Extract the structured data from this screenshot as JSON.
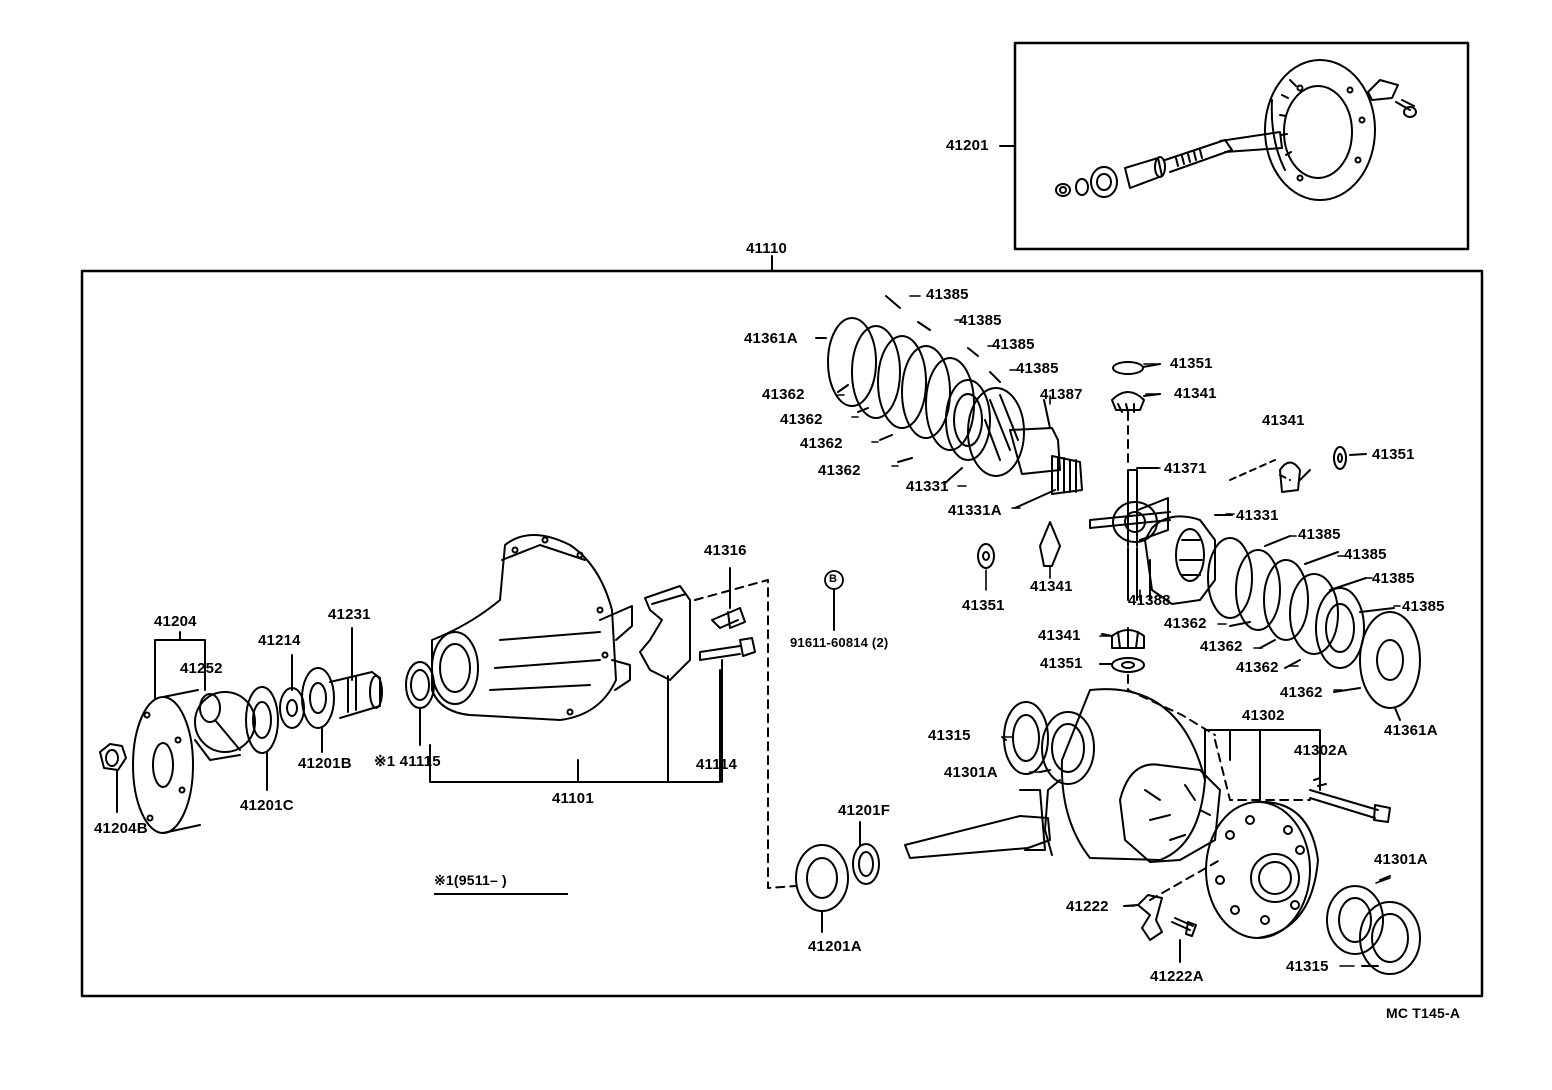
{
  "diagram": {
    "code": "MC  T145-A",
    "note_period": "※1(9511–        )",
    "bolt_symbol": "B",
    "labels": {
      "p41201": "41201",
      "p41110": "41110",
      "p41385_a": "41385",
      "p41385_b": "41385",
      "p41385_c": "41385",
      "p41385_d": "41385",
      "p41361A_a": "41361A",
      "p41362_a": "41362",
      "p41362_b": "41362",
      "p41362_c": "41362",
      "p41362_d": "41362",
      "p41387": "41387",
      "p41331_a": "41331",
      "p41331A": "41331A",
      "p41351_a": "41351",
      "p41341_a": "41341",
      "p41341_b": "41341",
      "p41351_b": "41351",
      "p41371": "41371",
      "p41331_b": "41331",
      "p41385_e": "41385",
      "p41385_f": "41385",
      "p41385_g": "41385",
      "p41385_h": "41385",
      "p41351_c": "41351",
      "p41341_c": "41341",
      "p41388": "41388",
      "p41362_e": "41362",
      "p41362_f": "41362",
      "p41362_g": "41362",
      "p41362_h": "41362",
      "p41341_d": "41341",
      "p41351_d": "41351",
      "p41361A_b": "41361A",
      "p41316": "41316",
      "p91611": "91611-60814 (2)",
      "p41204": "41204",
      "p41252": "41252",
      "p41214": "41214",
      "p41231": "41231",
      "p41201B": "41201B",
      "p41115": "※1 41115",
      "p41201C": "41201C",
      "p41204B": "41204B",
      "p41101": "41101",
      "p41114": "41114",
      "p41315_a": "41315",
      "p41301A_a": "41301A",
      "p41302": "41302",
      "p41302A": "41302A",
      "p41201F": "41201F",
      "p41201A": "41201A",
      "p41301A_b": "41301A",
      "p41222": "41222",
      "p41222A": "41222A",
      "p41315_b": "41315"
    }
  }
}
